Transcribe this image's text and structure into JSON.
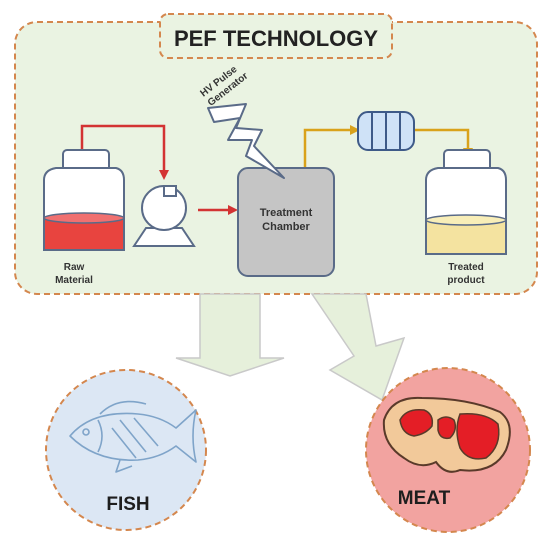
{
  "title": "PEF TECHNOLOGY",
  "generator_label": [
    "HV Pulse",
    "Generator"
  ],
  "chamber_label": [
    "Treatment",
    "Chamber"
  ],
  "raw_label": [
    "Raw",
    "Material"
  ],
  "treated_label": [
    "Treated",
    "product"
  ],
  "outputs": {
    "fish": "FISH",
    "meat": "MEAT"
  },
  "colors": {
    "panel_fill": "#eaf3e2",
    "panel_border": "#d4874e",
    "raw_liquid": "#e8443f",
    "treated_liquid": "#f4e3a0",
    "chamber": "#c5c5c5",
    "pipe_red": "#d33333",
    "pipe_gold": "#d9a21a",
    "filter_blue": "#cfe2f7",
    "fish_circle": "#dce7f4",
    "meat_circle": "#f2a3a0",
    "meat_lean": "#e41e26",
    "meat_fat": "#f2c99a"
  },
  "icons": [
    "lightning-bolt-icon",
    "pump-icon",
    "filter-cartridge-icon",
    "fish-icon",
    "steak-icon"
  ]
}
